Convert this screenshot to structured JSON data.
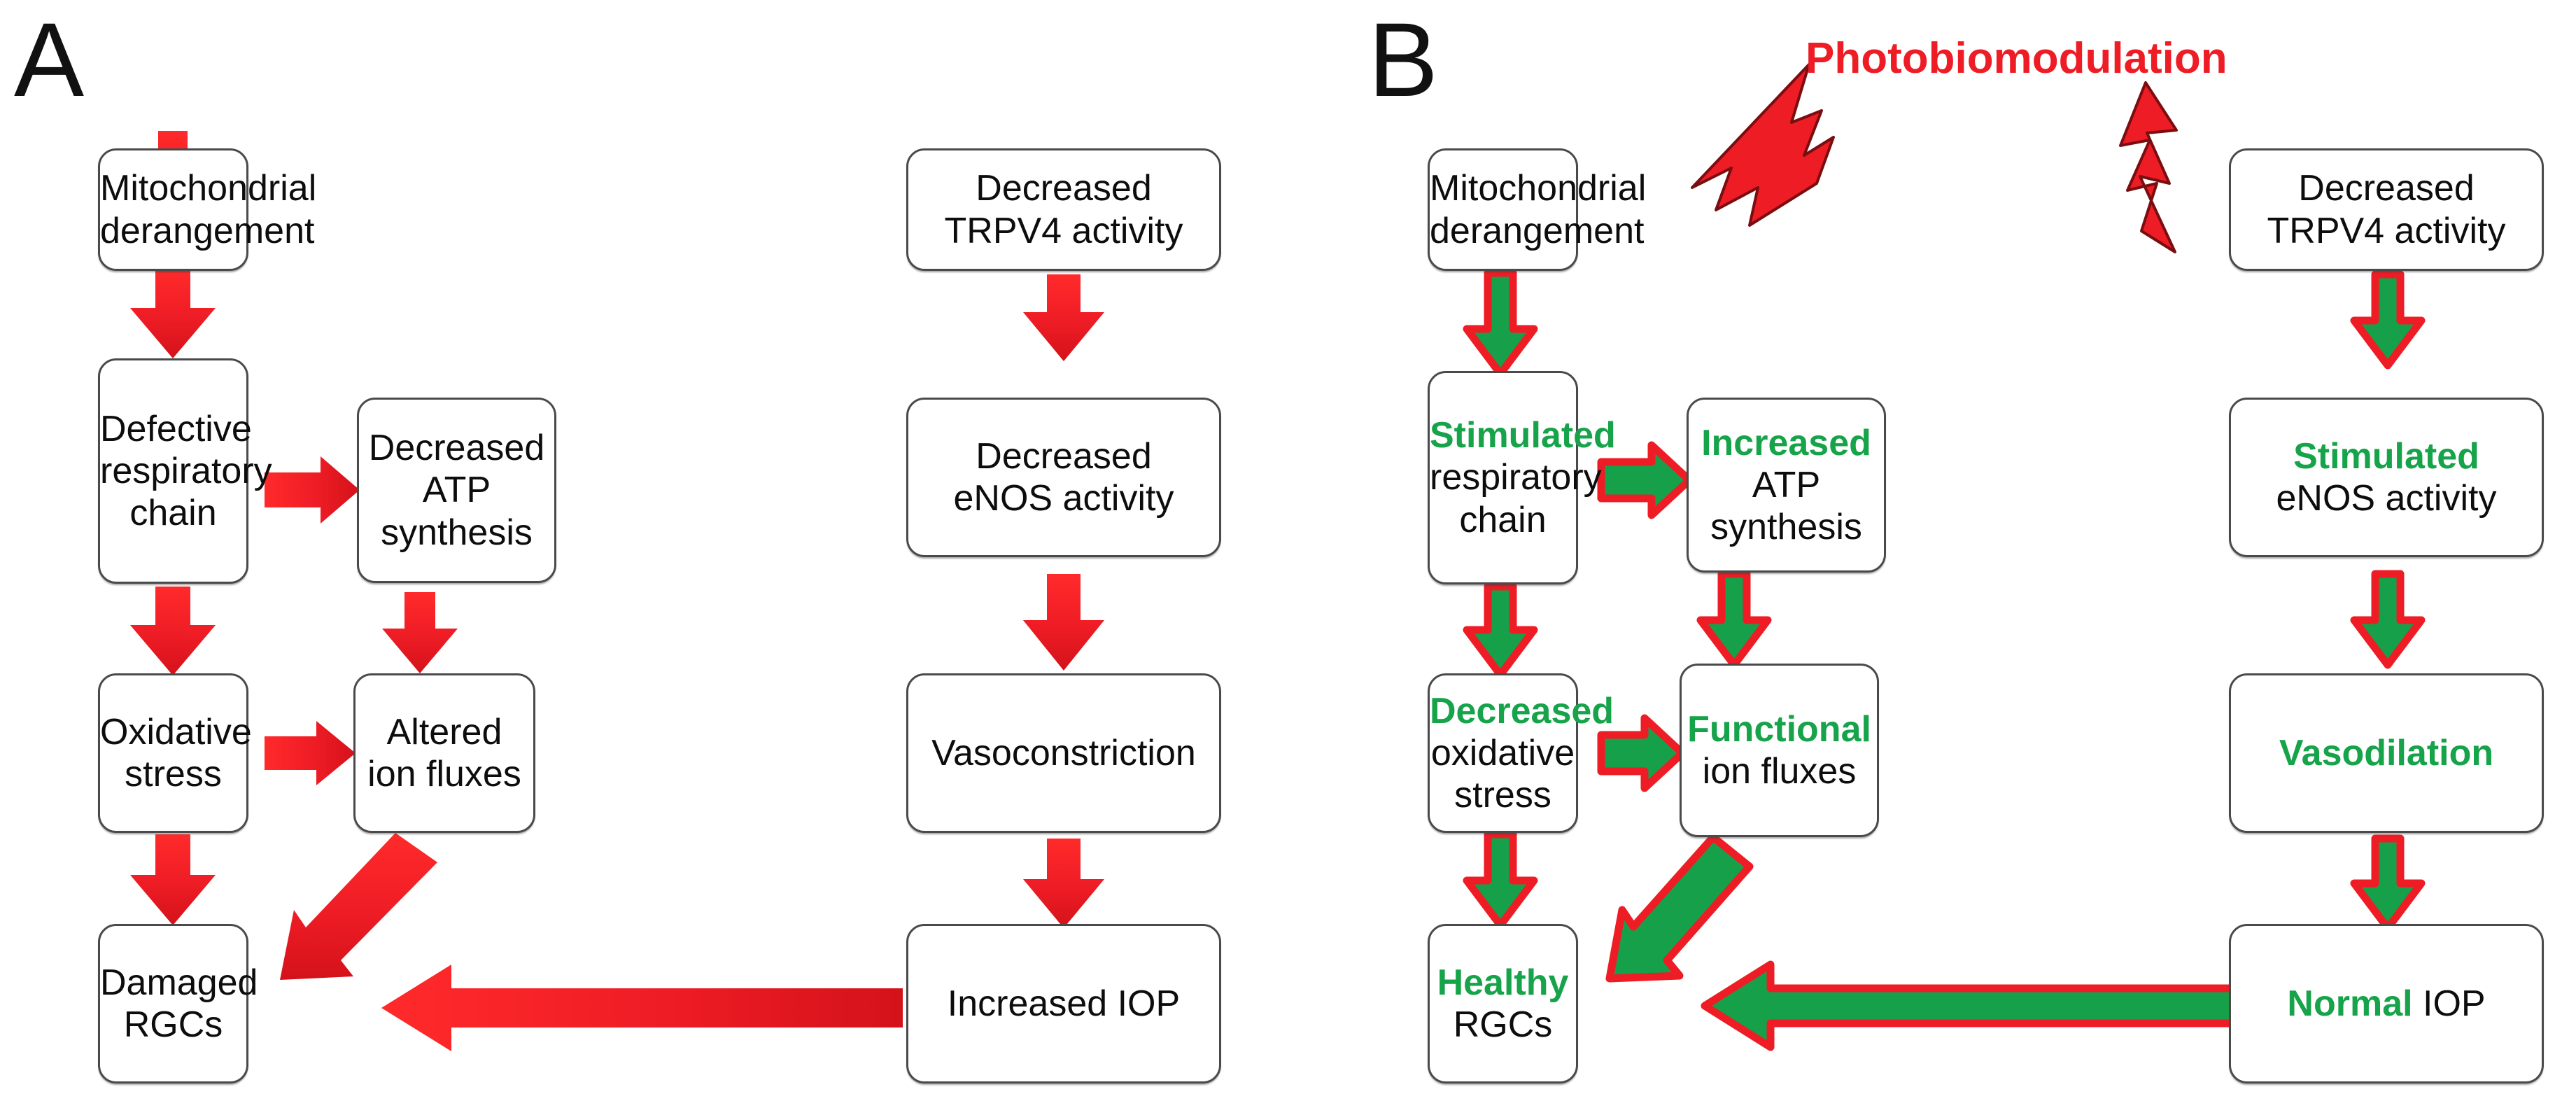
{
  "figure": {
    "panels": [
      {
        "id": "A",
        "letter": "A",
        "title": "",
        "nodes": [
          {
            "key": "a_mito",
            "lines": [
              {
                "text": "Mitochondrial",
                "style": "plain"
              },
              {
                "text": "derangement",
                "style": "plain"
              }
            ]
          },
          {
            "key": "a_resp",
            "lines": [
              {
                "text": "Defective",
                "style": "plain"
              },
              {
                "text": "respiratory",
                "style": "plain"
              },
              {
                "text": "chain",
                "style": "plain"
              }
            ]
          },
          {
            "key": "a_atp",
            "lines": [
              {
                "text": "Decreased",
                "style": "plain"
              },
              {
                "text": "ATP synthesis",
                "style": "plain"
              }
            ]
          },
          {
            "key": "a_oxid",
            "lines": [
              {
                "text": "Oxidative",
                "style": "plain"
              },
              {
                "text": "stress",
                "style": "plain"
              }
            ]
          },
          {
            "key": "a_ion",
            "lines": [
              {
                "text": "Altered",
                "style": "plain"
              },
              {
                "text": "ion fluxes",
                "style": "plain"
              }
            ]
          },
          {
            "key": "a_rgc",
            "lines": [
              {
                "text": "Damaged",
                "style": "plain"
              },
              {
                "text": "RGCs",
                "style": "plain"
              }
            ]
          },
          {
            "key": "a_trpv4",
            "lines": [
              {
                "text": "Decreased",
                "style": "plain"
              },
              {
                "text": "TRPV4 activity",
                "style": "plain"
              }
            ]
          },
          {
            "key": "a_enos",
            "lines": [
              {
                "text": "Decreased",
                "style": "plain"
              },
              {
                "text": "eNOS activity",
                "style": "plain"
              }
            ]
          },
          {
            "key": "a_vaso",
            "lines": [
              {
                "text": "Vasoconstriction",
                "style": "plain"
              }
            ]
          },
          {
            "key": "a_iop",
            "lines": [
              {
                "text": "Increased IOP",
                "style": "plain"
              }
            ]
          }
        ]
      },
      {
        "id": "B",
        "letter": "B",
        "title": "Photobiomodulation",
        "nodes": [
          {
            "key": "b_mito",
            "lines": [
              {
                "text": "Mitochondrial",
                "style": "plain"
              },
              {
                "text": "derangement",
                "style": "plain"
              }
            ]
          },
          {
            "key": "b_resp",
            "lines": [
              {
                "text": "Stimulated",
                "style": "highlight"
              },
              {
                "text": "respiratory",
                "style": "plain"
              },
              {
                "text": "chain",
                "style": "plain"
              }
            ]
          },
          {
            "key": "b_atp",
            "lines": [
              {
                "text": "Increased",
                "style": "highlight"
              },
              {
                "text": "ATP synthesis",
                "style": "plain"
              }
            ]
          },
          {
            "key": "b_oxid",
            "lines": [
              {
                "text": "Decreased",
                "style": "highlight"
              },
              {
                "text": "oxidative",
                "style": "plain"
              },
              {
                "text": "stress",
                "style": "plain"
              }
            ]
          },
          {
            "key": "b_ion",
            "lines": [
              {
                "text": "Functional",
                "style": "highlight"
              },
              {
                "text": "ion fluxes",
                "style": "plain"
              }
            ]
          },
          {
            "key": "b_rgc",
            "lines": [
              {
                "text": "Healthy",
                "style": "highlight"
              },
              {
                "text": "RGCs",
                "style": "plain"
              }
            ]
          },
          {
            "key": "b_trpv4",
            "lines": [
              {
                "text": "Decreased",
                "style": "plain"
              },
              {
                "text": "TRPV4 activity",
                "style": "plain"
              }
            ]
          },
          {
            "key": "b_enos",
            "lines": [
              {
                "text": "Stimulated",
                "style": "highlight"
              },
              {
                "text": "eNOS activity",
                "style": "plain"
              }
            ]
          },
          {
            "key": "b_vaso",
            "lines": [
              {
                "text": "Vasodilation",
                "style": "highlight"
              }
            ]
          },
          {
            "key": "b_iop",
            "lines": [
              {
                "text": "Normal",
                "style": "highlight-inline"
              },
              {
                "text": " IOP",
                "style": "plain-inline"
              }
            ]
          }
        ]
      }
    ],
    "colors": {
      "arrow_red": "#EE1C25",
      "arrow_green_fill": "#17A04A",
      "arrow_red_outline": "#EE1C25",
      "highlight_text": "#16A34A",
      "node_text": "#0d0d0d",
      "node_border": "#4a4a4a",
      "background": "#ffffff",
      "title_red": "#EE1C25"
    },
    "icons": [
      {
        "name": "lightning-bolt-icon",
        "panel": "B",
        "target": "b_mito"
      },
      {
        "name": "lightning-bolt-icon",
        "panel": "B",
        "target": "b_trpv4"
      }
    ],
    "edges_panel_a": [
      {
        "from": "a_mito",
        "to": "a_resp",
        "direction": "down",
        "color": "red"
      },
      {
        "from": "a_resp",
        "to": "a_atp",
        "direction": "right",
        "color": "red"
      },
      {
        "from": "a_resp",
        "to": "a_oxid",
        "direction": "down",
        "color": "red"
      },
      {
        "from": "a_atp",
        "to": "a_ion",
        "direction": "down",
        "color": "red"
      },
      {
        "from": "a_oxid",
        "to": "a_ion",
        "direction": "right",
        "color": "red"
      },
      {
        "from": "a_oxid",
        "to": "a_rgc",
        "direction": "down",
        "color": "red"
      },
      {
        "from": "a_ion",
        "to": "a_rgc",
        "direction": "diagonal-down-left",
        "color": "red"
      },
      {
        "from": "a_trpv4",
        "to": "a_enos",
        "direction": "down",
        "color": "red"
      },
      {
        "from": "a_enos",
        "to": "a_vaso",
        "direction": "down",
        "color": "red"
      },
      {
        "from": "a_vaso",
        "to": "a_iop",
        "direction": "down",
        "color": "red"
      },
      {
        "from": "a_iop",
        "to": "a_rgc",
        "direction": "left-long",
        "color": "red"
      }
    ],
    "edges_panel_b": [
      {
        "from": "b_mito",
        "to": "b_resp",
        "direction": "down",
        "color": "green-red-outline"
      },
      {
        "from": "b_resp",
        "to": "b_atp",
        "direction": "right",
        "color": "green-red-outline"
      },
      {
        "from": "b_resp",
        "to": "b_oxid",
        "direction": "down",
        "color": "green-red-outline"
      },
      {
        "from": "b_atp",
        "to": "b_ion",
        "direction": "down",
        "color": "green-red-outline"
      },
      {
        "from": "b_oxid",
        "to": "b_ion",
        "direction": "right",
        "color": "green-red-outline"
      },
      {
        "from": "b_oxid",
        "to": "b_rgc",
        "direction": "down",
        "color": "green-red-outline"
      },
      {
        "from": "b_ion",
        "to": "b_rgc",
        "direction": "diagonal-down-left",
        "color": "green-red-outline"
      },
      {
        "from": "b_trpv4",
        "to": "b_enos",
        "direction": "down",
        "color": "green-red-outline"
      },
      {
        "from": "b_enos",
        "to": "b_vaso",
        "direction": "down",
        "color": "green-red-outline"
      },
      {
        "from": "b_vaso",
        "to": "b_iop",
        "direction": "down",
        "color": "green-red-outline"
      },
      {
        "from": "b_iop",
        "to": "b_rgc",
        "direction": "left-long",
        "color": "green-red-outline"
      }
    ]
  }
}
